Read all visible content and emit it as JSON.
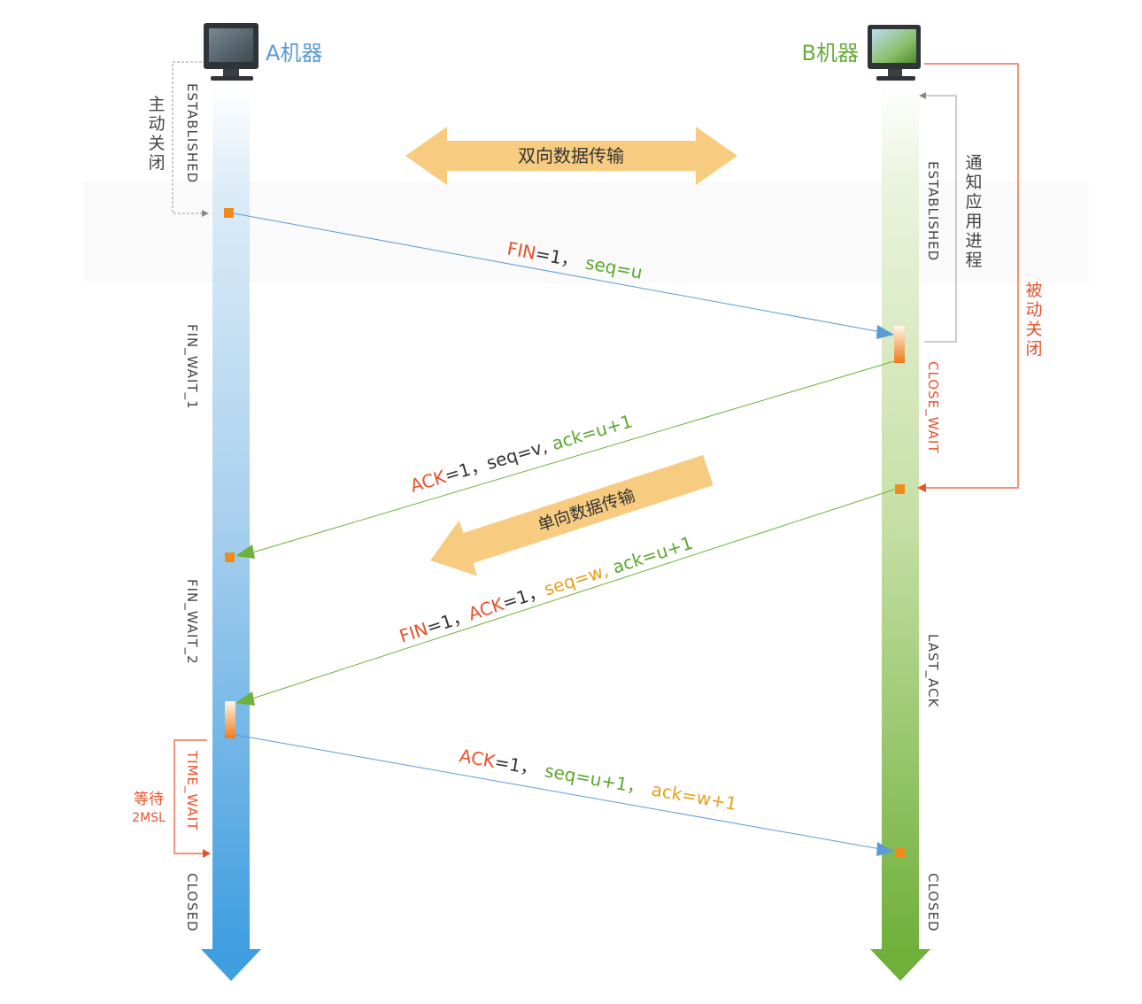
{
  "machines": {
    "a": {
      "label": "A机器",
      "color": "#5b9bd5"
    },
    "b": {
      "label": "B机器",
      "color": "#6aab3a"
    }
  },
  "annotations": {
    "active_close": "主动关闭",
    "passive_close": "被动关闭",
    "notify_app": "通知应用进程",
    "wait_line1": "等待",
    "wait_line2": "2MSL"
  },
  "transfers": {
    "bidirectional": "双向数据传输",
    "unidirectional": "单向数据传输"
  },
  "states": {
    "a": [
      "ESTABLISHED",
      "FIN_WAIT_1",
      "FIN_WAIT_2",
      "TIME_WAIT",
      "CLOSED"
    ],
    "b": [
      "ESTABLISHED",
      "CLOSE_WAIT",
      "LAST_ACK",
      "CLOSED"
    ]
  },
  "segments": {
    "fin1": {
      "p1": "FIN",
      "p2": "=1，",
      "p3": "seq=u"
    },
    "ack1": {
      "p1": "ACK",
      "p2": "=1，seq=v, ",
      "p3": "ack=u+1"
    },
    "fin2": {
      "p1": "FIN",
      "p2": "=1，",
      "p3": "ACK",
      "p4": "=1，",
      "p5": "seq=w, ",
      "p6": "ack=u+1"
    },
    "ack2": {
      "p1": "ACK",
      "p2": "=1，",
      "p3": "seq=u+1，",
      "p4": "ack=w+1"
    }
  },
  "colors": {
    "red": "#e8512a",
    "green": "#5aa82c",
    "orange": "#e8a01a",
    "blue_arrow": "#5b9bd5",
    "green_arrow": "#6fb03a",
    "transfer_arrow": "#f7cc80"
  }
}
